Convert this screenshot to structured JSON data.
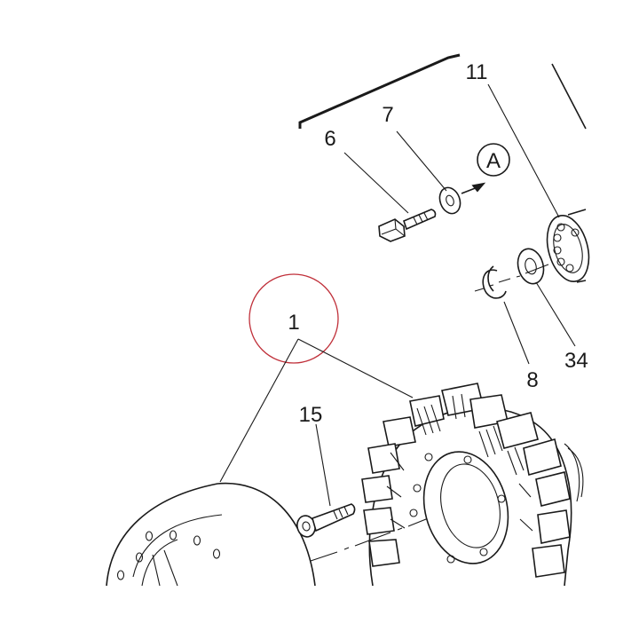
{
  "callouts": {
    "c1": "1",
    "c6": "6",
    "c7": "7",
    "c8": "8",
    "c11": "11",
    "c15": "15",
    "c34": "34",
    "view": "A"
  },
  "colors": {
    "ink": "#1a1a1a",
    "highlight_circle": "#c0303a",
    "background": "#ffffff"
  }
}
